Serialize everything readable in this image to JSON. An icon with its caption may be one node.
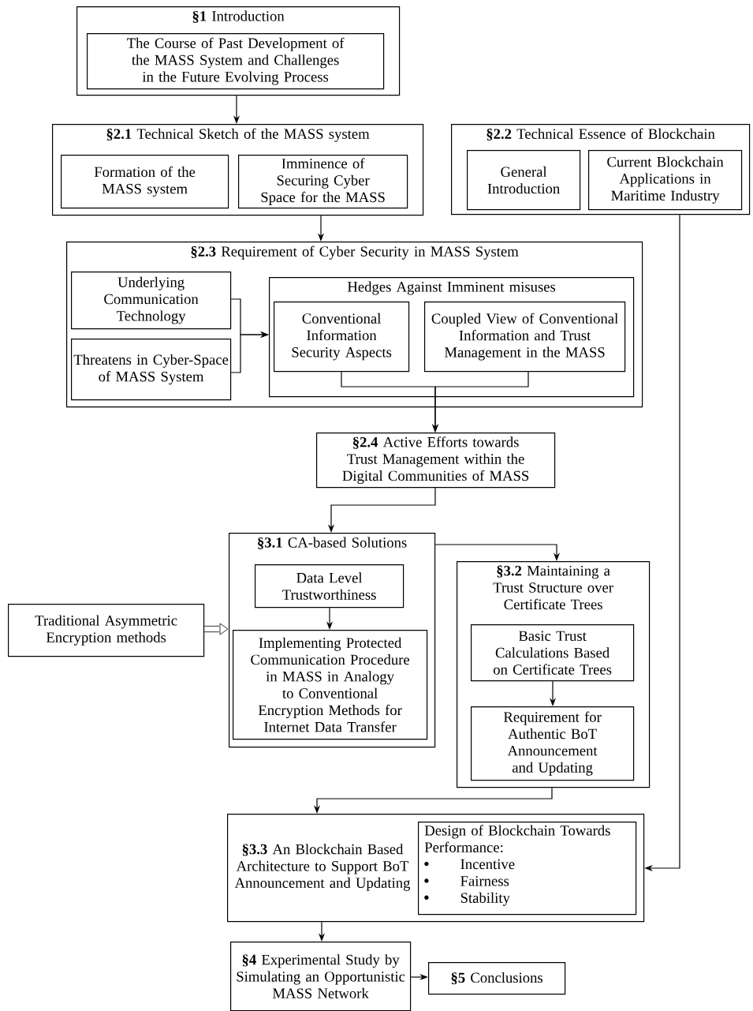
{
  "diagram": {
    "nodes": [
      {
        "text": [
          "**§1** Introduction"
        ]
      },
      {
        "text": [
          "The Course of Past Development of the MASS System and Challenges in the Future Evolving Process"
        ],
        "in": 0
      },
      {
        "text": [
          "**§2.1** Technical Sketch of the MASS system"
        ]
      },
      {
        "text": [
          "Formation of the MASS system"
        ],
        "in": 2
      },
      {
        "text": [
          "Imminence of Securing Cyber Space for the MASS"
        ],
        "in": 2
      },
      {
        "text": [
          "**§2.2** Technical Essence of Blockchain"
        ]
      },
      {
        "text": [
          "General Introduction"
        ],
        "in": 5
      },
      {
        "text": [
          "Current Blockchain Applications in Maritime Industry"
        ],
        "in": 5
      },
      {
        "text": [
          "**§2.3** Requirement of Cyber Security in MASS System"
        ]
      },
      {
        "text": [
          "Underlying Communication Technology"
        ],
        "in": 8
      },
      {
        "text": [
          "Threatens in Cyber-Space of MASS System"
        ],
        "in": 8
      },
      {
        "text": [
          "Hedges Against Imminent misuses"
        ],
        "in": 8
      },
      {
        "text": [
          "Conventional Information Security Aspects"
        ],
        "in": 11
      },
      {
        "text": [
          "Coupled View of Conventional Information and Trust Management in the MASS"
        ],
        "in": 11
      },
      {
        "text": [
          "**§2.4** Active Efforts towards Trust Management within the Digital Communities of MASS"
        ]
      },
      {
        "text": [
          "**§3.1** CA-based Solutions"
        ]
      },
      {
        "text": [
          "Data Level Trustworthiness"
        ],
        "in": 15
      },
      {
        "text": [
          "Implementing Protected Communication Procedure in MASS in Analogy to Conventional Encryption Methods for Internet Data Transfer"
        ],
        "in": 15
      },
      {
        "text": [
          "Traditional Asymmetric Encryption methods"
        ]
      },
      {
        "text": [
          "**§3.2** Maintaining a Trust Structure over Certificate Trees"
        ]
      },
      {
        "text": [
          "Basic Trust Calculations Based on Certificate Trees"
        ],
        "in": 19
      },
      {
        "text": [
          "Requirement for Authentic BoT Announcement and Updating"
        ],
        "in": 19
      },
      {
        "text": [
          "**§3.3** An Blockchain Based Architecture to Support BoT Announcement and Updating"
        ]
      },
      {
        "text": [
          "Design of Blockchain Towards Performance:",
          "Incentive",
          "Fairness",
          "Stability"
        ],
        "in": 22
      },
      {
        "text": [
          "**§4** Experimental Study by Simulating an Opportunistic MASS Network"
        ]
      },
      {
        "text": [
          "**§5** Conclusions"
        ]
      }
    ],
    "edges": [
      {
        "from": 0,
        "to": 2,
        "arrow": "to"
      },
      {
        "from": 2,
        "to": 8,
        "arrow": "to"
      },
      {
        "from": 5,
        "to": 22,
        "arrow": "to"
      },
      {
        "from": 9,
        "to": 11,
        "arrow": "to"
      },
      {
        "from": 10,
        "to": 11,
        "arrow": "to"
      },
      {
        "from": 12,
        "to": 14,
        "arrow": "to"
      },
      {
        "from": 13,
        "to": 14,
        "arrow": "to"
      },
      {
        "from": 14,
        "to": 15,
        "arrow": "to"
      },
      {
        "from": 15,
        "to": 19,
        "arrow": "to"
      },
      {
        "from": 16,
        "to": 17,
        "arrow": "to"
      },
      {
        "from": 18,
        "to": 15,
        "arrow": "to",
        "style": "thick"
      },
      {
        "from": 20,
        "to": 21,
        "arrow": "to"
      },
      {
        "from": 19,
        "to": 22,
        "arrow": "to"
      },
      {
        "from": 22,
        "to": 24,
        "arrow": "to"
      },
      {
        "from": 24,
        "to": 25,
        "arrow": "to"
      }
    ]
  }
}
